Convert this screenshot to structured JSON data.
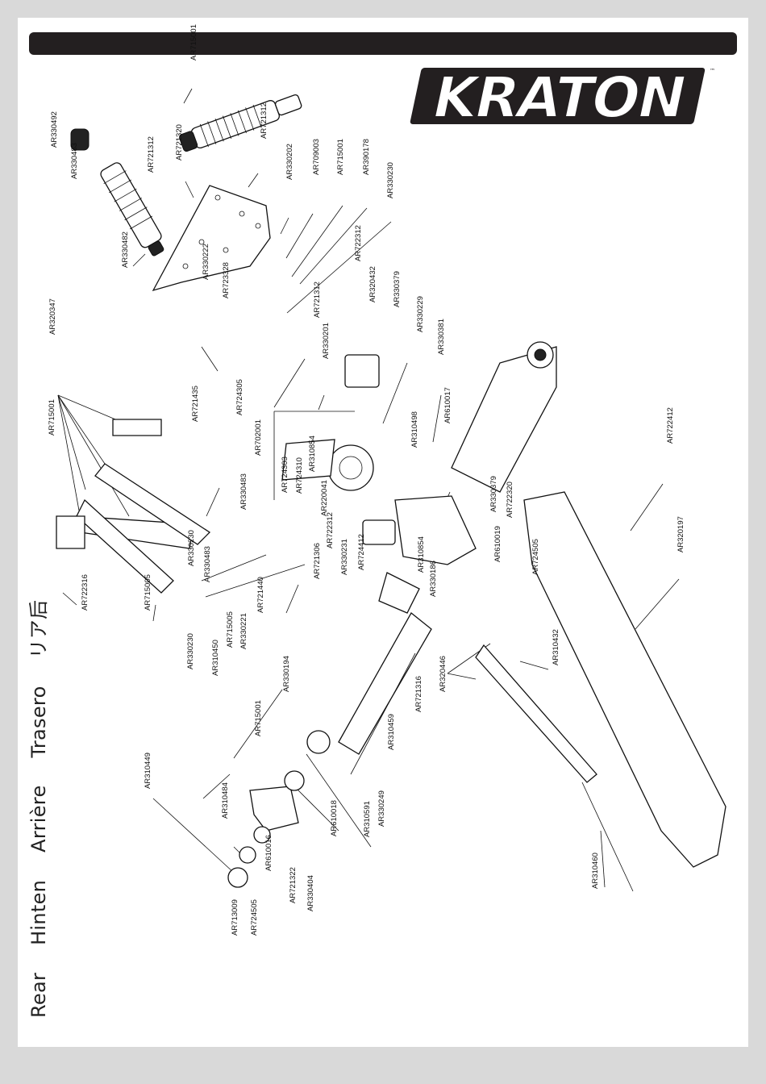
{
  "brand": {
    "logo_text": "KRATON",
    "trademark": "™"
  },
  "section_titles": [
    "Rear",
    "Hinten",
    "Arrière",
    "Trasero",
    "リア后"
  ],
  "part_labels": [
    {
      "id": "AR715001a",
      "text": "AR715001"
    },
    {
      "id": "AR330492",
      "text": "AR330492"
    },
    {
      "id": "AR330483a",
      "text": "AR330483"
    },
    {
      "id": "AR721312a",
      "text": "AR721312"
    },
    {
      "id": "AR721320",
      "text": "AR721320"
    },
    {
      "id": "AR721312b",
      "text": "AR721312"
    },
    {
      "id": "AR330482",
      "text": "AR330482"
    },
    {
      "id": "AR330222",
      "text": "AR330222"
    },
    {
      "id": "AR330202",
      "text": "AR330202"
    },
    {
      "id": "AR709003",
      "text": "AR709003"
    },
    {
      "id": "AR715001b",
      "text": "AR715001"
    },
    {
      "id": "AR390178",
      "text": "AR390178"
    },
    {
      "id": "AR330230a",
      "text": "AR330230"
    },
    {
      "id": "AR723328",
      "text": "AR723328"
    },
    {
      "id": "AR722312a",
      "text": "AR722312"
    },
    {
      "id": "AR320432",
      "text": "AR320432"
    },
    {
      "id": "AR330379a",
      "text": "AR330379"
    },
    {
      "id": "AR330229",
      "text": "AR330229"
    },
    {
      "id": "AR330381",
      "text": "AR330381"
    },
    {
      "id": "AR610017",
      "text": "AR610017"
    },
    {
      "id": "AR310498",
      "text": "AR310498"
    },
    {
      "id": "AR721312c",
      "text": "AR721312"
    },
    {
      "id": "AR330201",
      "text": "AR330201"
    },
    {
      "id": "AR320347",
      "text": "AR320347"
    },
    {
      "id": "AR715001c",
      "text": "AR715001"
    },
    {
      "id": "AR721435",
      "text": "AR721435"
    },
    {
      "id": "AR724305",
      "text": "AR724305"
    },
    {
      "id": "AR702001",
      "text": "AR702001"
    },
    {
      "id": "AR724303",
      "text": "AR724303"
    },
    {
      "id": "AR724310",
      "text": "AR724310"
    },
    {
      "id": "AR310854a",
      "text": "AR310854"
    },
    {
      "id": "AR220041",
      "text": "AR220041"
    },
    {
      "id": "AR330483b",
      "text": "AR330483"
    },
    {
      "id": "AR722312b",
      "text": "AR722312"
    },
    {
      "id": "AR330231",
      "text": "AR330231"
    },
    {
      "id": "AR724412",
      "text": "AR724412"
    },
    {
      "id": "AR310854b",
      "text": "AR310854"
    },
    {
      "id": "AR330186",
      "text": "AR330186"
    },
    {
      "id": "AR330379b",
      "text": "AR330379"
    },
    {
      "id": "AR722320",
      "text": "AR722320"
    },
    {
      "id": "AR610019",
      "text": "AR610019"
    },
    {
      "id": "AR724505a",
      "text": "AR724505"
    },
    {
      "id": "AR722412",
      "text": "AR722412"
    },
    {
      "id": "AR320197",
      "text": "AR320197"
    },
    {
      "id": "AR330230b",
      "text": "AR330230"
    },
    {
      "id": "AR330483c",
      "text": "AR330483"
    },
    {
      "id": "AR721306",
      "text": "AR721306"
    },
    {
      "id": "AR721440",
      "text": "AR721440"
    },
    {
      "id": "AR715005a",
      "text": "AR715005"
    },
    {
      "id": "AR330221",
      "text": "AR330221"
    },
    {
      "id": "AR722316",
      "text": "AR722316"
    },
    {
      "id": "AR715005b",
      "text": "AR715005"
    },
    {
      "id": "AR330230c",
      "text": "AR330230"
    },
    {
      "id": "AR310450",
      "text": "AR310450"
    },
    {
      "id": "AR330194",
      "text": "AR330194"
    },
    {
      "id": "AR715001d",
      "text": "AR715001"
    },
    {
      "id": "AR721316",
      "text": "AR721316"
    },
    {
      "id": "AR310459",
      "text": "AR310459"
    },
    {
      "id": "AR320446",
      "text": "AR320446"
    },
    {
      "id": "AR310432",
      "text": "AR310432"
    },
    {
      "id": "AR310449",
      "text": "AR310449"
    },
    {
      "id": "AR310484",
      "text": "AR310484"
    },
    {
      "id": "AR610016",
      "text": "AR610016"
    },
    {
      "id": "AR721322",
      "text": "AR721322"
    },
    {
      "id": "AR330404",
      "text": "AR330404"
    },
    {
      "id": "AR610018",
      "text": "AR610018"
    },
    {
      "id": "AR310591",
      "text": "AR310591"
    },
    {
      "id": "AR330249",
      "text": "AR330249"
    },
    {
      "id": "AR713009",
      "text": "AR713009"
    },
    {
      "id": "AR724505b",
      "text": "AR724505"
    },
    {
      "id": "AR310460",
      "text": "AR310460"
    }
  ]
}
